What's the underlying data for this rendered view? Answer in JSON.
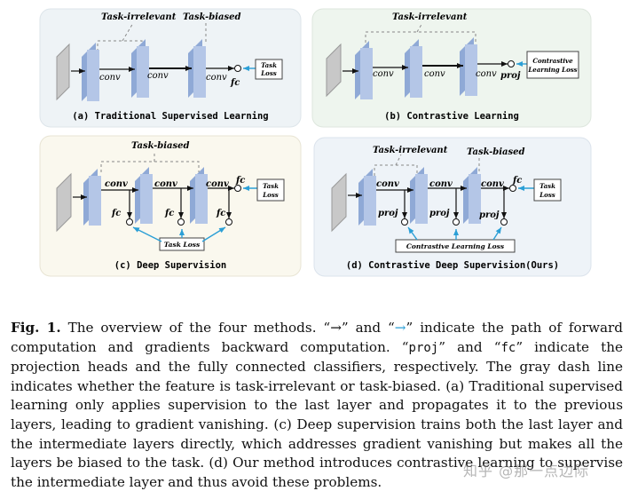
{
  "panels": {
    "a": {
      "caption": "(a) Traditional Supervised Learning",
      "label_irrelevant": "Task-irrelevant",
      "label_biased": "Task-biased",
      "conv": "conv",
      "fc": "fc",
      "loss_line1": "Task",
      "loss_line2": "Loss"
    },
    "b": {
      "caption": "(b) Contrastive Learning",
      "label_irrelevant": "Task-irrelevant",
      "conv": "conv",
      "proj": "proj",
      "loss_line1": "Contrastive",
      "loss_line2": "Learning Loss"
    },
    "c": {
      "caption": "(c) Deep Supervision",
      "label_biased": "Task-biased",
      "conv": "conv",
      "fc": "fc",
      "loss_line1": "Task",
      "loss_line2": "Loss",
      "bottom_loss": "Task Loss"
    },
    "d": {
      "caption": "(d) Contrastive Deep Supervision(Ours)",
      "label_irrelevant": "Task-irrelevant",
      "label_biased": "Task-biased",
      "conv": "conv",
      "fc": "fc",
      "proj": "proj",
      "loss_line1": "Task",
      "loss_line2": "Loss",
      "bottom_loss": "Contrastive Learning Loss"
    }
  },
  "caption": {
    "fig_label": "Fig. 1.",
    "p1": " The overview of the four methods. “",
    "arrow_black": "→",
    "p2": "” and “",
    "arrow_blue": "→",
    "p3": "” indicate the path of forward computation and gradients backward computation. “",
    "proj": "proj",
    "p4": "” and “",
    "fc": "fc",
    "p5": "” indicate the projection heads and the fully connected classifiers, respectively. The gray dash line indicates whether the feature is task-irrelevant or task-biased. (a) Traditional supervised learning only applies supervision to the last layer and propagates it to the previous layers, leading to gradient vanishing. (c) Deep supervision trains both the last layer and the intermediate layers directly, which addresses gradient vanishing but makes all the layers be biased to the task. (d) Our method introduces contrastive learning to supervise the intermediate layer and thus avoid these problems."
  },
  "watermark": "知乎 @那一点边际",
  "colors": {
    "panel_a_bg": "#eef3f6",
    "panel_b_bg": "#eef5ee",
    "panel_c_bg": "#faf8ee",
    "panel_d_bg": "#eef3f8",
    "layer_front": "#b4c6e7",
    "layer_side": "#8fa9d6",
    "input_gray": "#c8c8c8",
    "gradient_blue": "#2b9fd6"
  }
}
